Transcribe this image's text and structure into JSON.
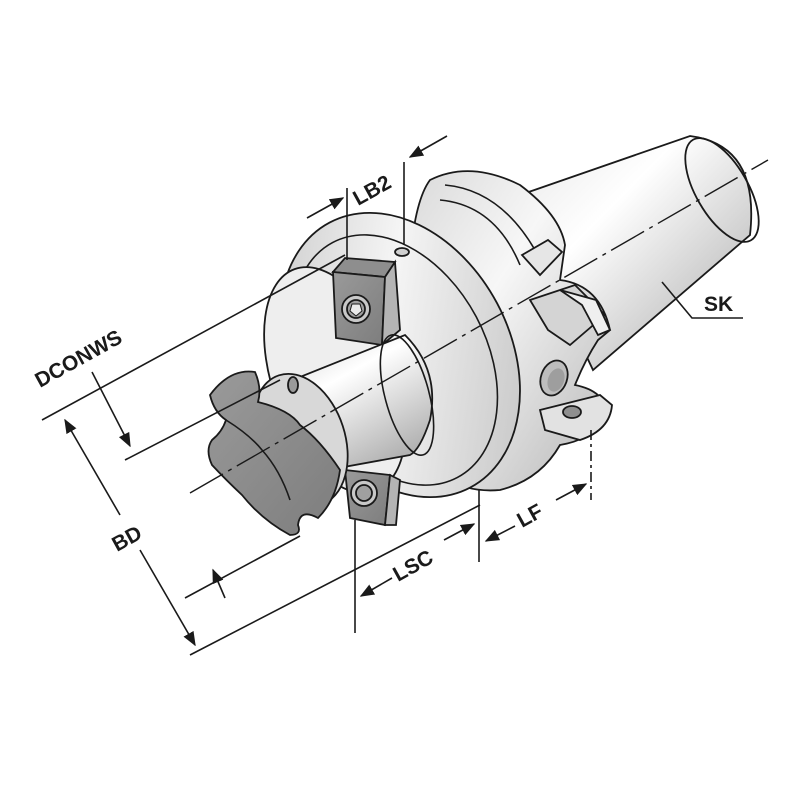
{
  "diagram": {
    "subject": "shell mill adapter with SK taper",
    "colors": {
      "background": "#ffffff",
      "line": "#1a1a1a",
      "metal_light": "#f2f2f2",
      "metal_mid": "#c8c8c8",
      "metal_dark": "#8c8c8c",
      "drive_block": "#a6a6a6"
    },
    "labels": {
      "dconws": "DCONWS",
      "lb2": "LB2",
      "sk": "SK",
      "bd": "BD",
      "lsc": "LSC",
      "lf": "LF"
    }
  }
}
